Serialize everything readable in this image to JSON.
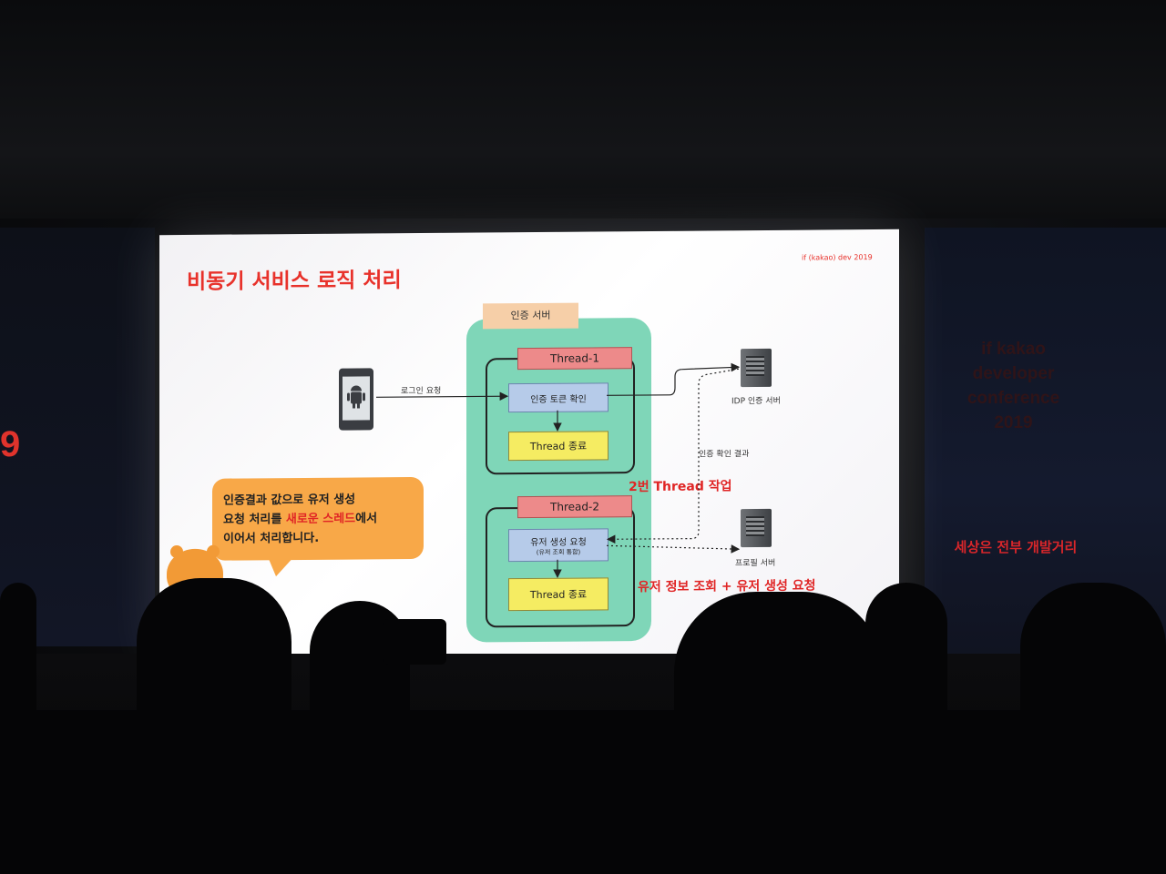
{
  "side_screen": {
    "conference": "if kakao\ndeveloper\nconference\n2019",
    "slogan": "세상은 전부 개발거리",
    "left_digit": "9"
  },
  "slide": {
    "title": "비동기 서비스 로직 처리",
    "brand": "if (kakao) dev 2019",
    "server_label": "인증 서버",
    "thread1": {
      "label": "Thread-1",
      "check_token": "인증 토큰 확인",
      "end": "Thread 종료"
    },
    "thread2": {
      "label": "Thread-2",
      "create_user": "유저 생성 요청",
      "create_user_sub": "(유저 조회 통합)",
      "end": "Thread 종료"
    },
    "login_request": "로그인 요청",
    "idp_server": "IDP 인증 서버",
    "auth_result": "인증 확인 결과",
    "profile_server": "프로필 서버",
    "thread2_work": "2번 Thread 작업",
    "user_flow": "유저 정보 조회 + 유저 생성 요청",
    "bubble": {
      "line1": "인증결과 값으로 유저 생성",
      "line2_a": "요청 처리를 ",
      "line2_highlight": "새로운 스레드",
      "line2_b": "에서",
      "line3": "이어서 처리합니다."
    }
  },
  "colors": {
    "accent_red": "#e8322b",
    "server_green": "#7fd6b8",
    "thread_label": "#ed8a8a",
    "process_blue": "#b6cbe9",
    "end_yellow": "#f5ec62",
    "bubble_orange": "#f8a848"
  }
}
